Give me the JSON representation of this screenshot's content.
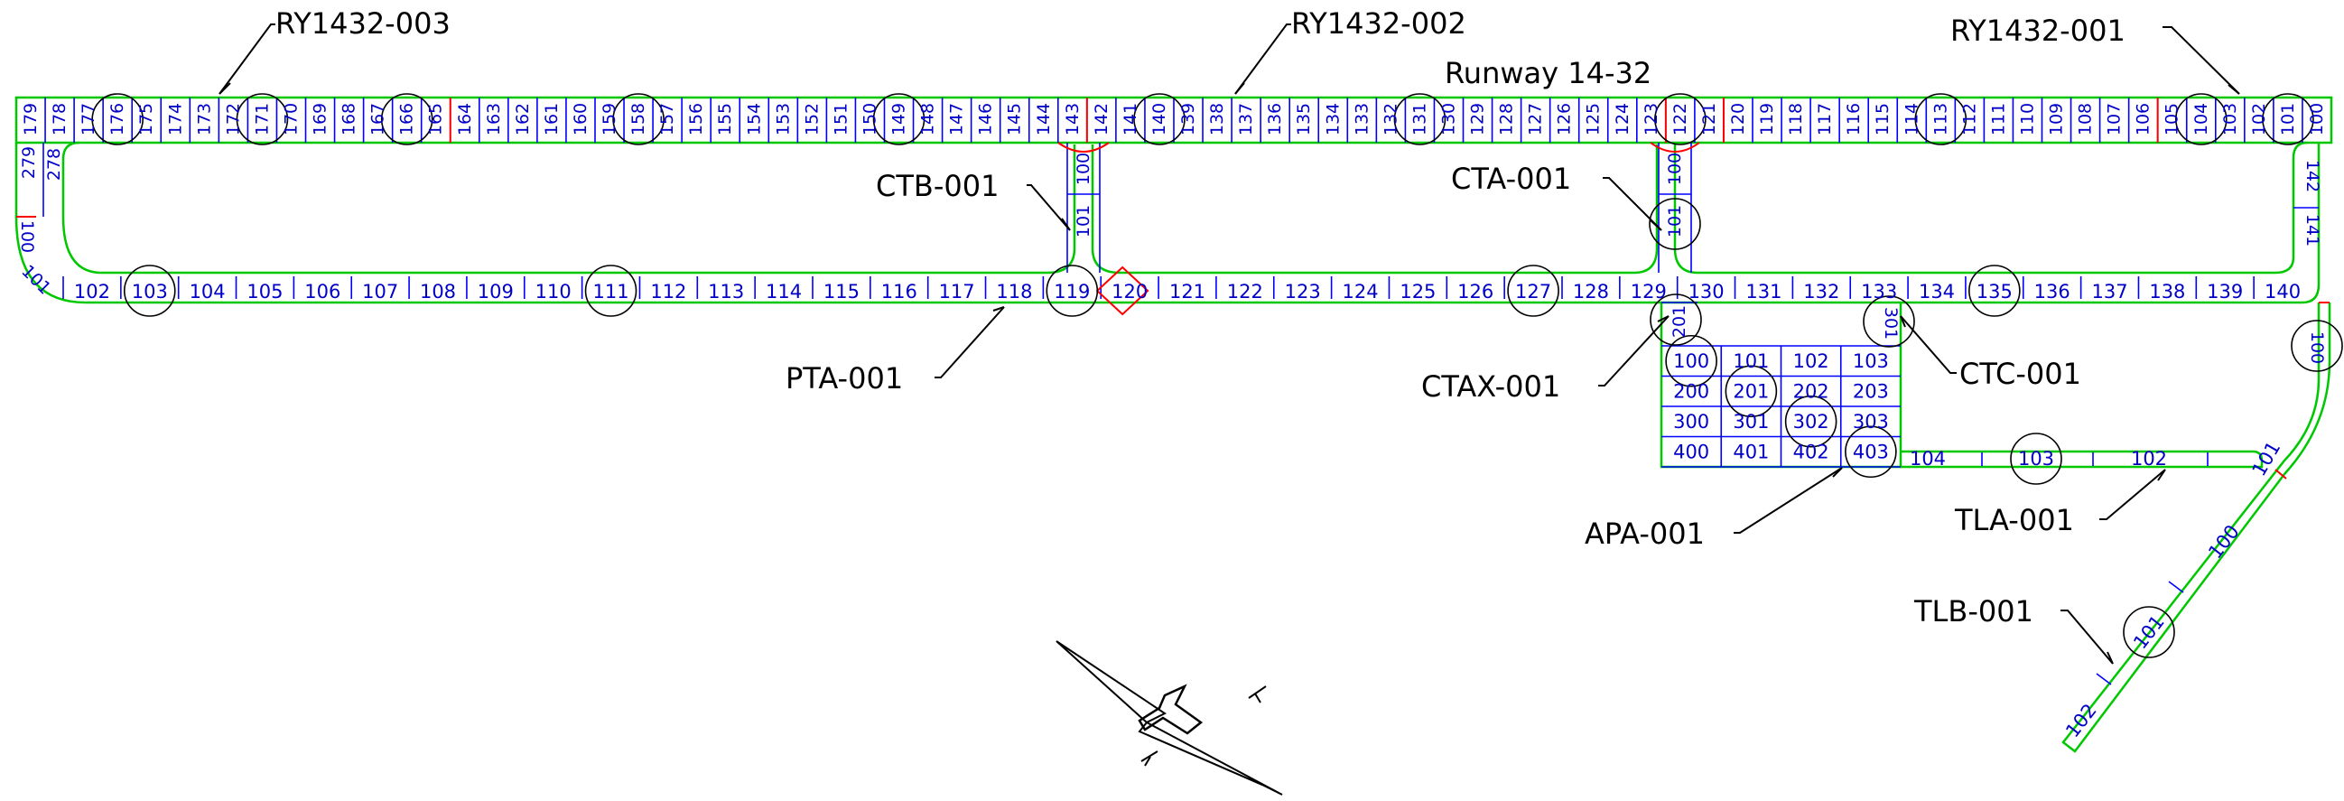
{
  "runway_title": "Runway 14-32",
  "runway_sections": [
    "RY1432-003",
    "RY1432-002",
    "RY1432-001"
  ],
  "section_labels": [
    "CTB-001",
    "CTA-001",
    "PTA-001",
    "CTAX-001",
    "CTC-001",
    "APA-001",
    "TLA-001",
    "TLB-001"
  ],
  "runway_slabs": [
    "179",
    "178",
    "177",
    "176",
    "175",
    "174",
    "173",
    "172",
    "171",
    "170",
    "169",
    "168",
    "167",
    "166",
    "165",
    "164",
    "163",
    "162",
    "161",
    "160",
    "159",
    "158",
    "157",
    "156",
    "155",
    "154",
    "153",
    "152",
    "151",
    "150",
    "149",
    "148",
    "147",
    "146",
    "145",
    "144",
    "143",
    "142",
    "141",
    "140",
    "139",
    "138",
    "137",
    "136",
    "135",
    "134",
    "133",
    "132",
    "131",
    "130",
    "129",
    "128",
    "127",
    "126",
    "125",
    "124",
    "123",
    "122",
    "121",
    "120",
    "119",
    "118",
    "117",
    "116",
    "115",
    "114",
    "113",
    "112",
    "111",
    "110",
    "109",
    "108",
    "107",
    "106",
    "105",
    "104",
    "103",
    "102",
    "101",
    "100"
  ],
  "runway_circled": [
    "176",
    "171",
    "166",
    "158",
    "149",
    "140",
    "131",
    "122",
    "113",
    "104",
    "101"
  ],
  "runway_red_joints_after": [
    "165",
    "143",
    "123",
    "121",
    "106"
  ],
  "taxiway_slabs": [
    "102",
    "103",
    "104",
    "105",
    "106",
    "107",
    "108",
    "109",
    "110",
    "111",
    "112",
    "113",
    "114",
    "115",
    "116",
    "117",
    "118",
    "119",
    "120",
    "121",
    "122",
    "123",
    "124",
    "125",
    "126",
    "127",
    "128",
    "129",
    "130",
    "131",
    "132",
    "133",
    "134",
    "135",
    "136",
    "137",
    "138",
    "139",
    "140"
  ],
  "taxiway_circled": [
    "103",
    "111",
    "119",
    "127",
    "135"
  ],
  "taxiway_west_end": [
    "101",
    "100"
  ],
  "west_connector": [
    "279",
    "278"
  ],
  "ctb_slabs": [
    "100",
    "101"
  ],
  "cta_slabs": [
    "100",
    "101"
  ],
  "cta_circled": [
    "101"
  ],
  "east_connector": [
    "142",
    "141"
  ],
  "ctax_slab": "201",
  "ctc_slab": "301",
  "apron_grid": [
    [
      "100",
      "101",
      "102",
      "103"
    ],
    [
      "200",
      "201",
      "202",
      "203"
    ],
    [
      "300",
      "301",
      "302",
      "303"
    ],
    [
      "400",
      "401",
      "402",
      "403"
    ]
  ],
  "apron_circled": [
    "100",
    "201",
    "302",
    "403"
  ],
  "tla_slabs": [
    "104",
    "103",
    "102",
    "101"
  ],
  "tla_circled": [
    "103"
  ],
  "east_curve_slab": "100",
  "tlb_slabs": [
    "100",
    "101",
    "102"
  ],
  "tlb_circled": [
    "101"
  ],
  "colors": {
    "pavement_outline": "#00c800",
    "slab_joint": "#0000ff",
    "slab_text": "#0000c8",
    "special_joint": "#ff0000",
    "annotation": "#000000"
  },
  "north_arrow_icon": "north-arrow-icon"
}
